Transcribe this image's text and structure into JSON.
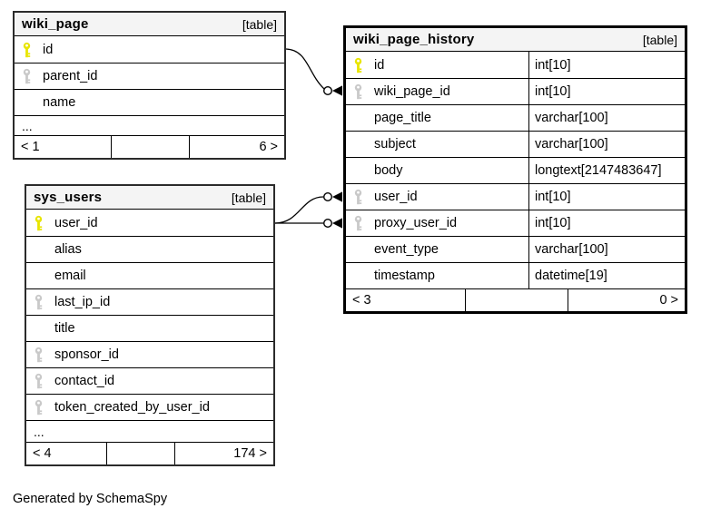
{
  "caption": "Generated by SchemaSpy",
  "colors": {
    "primary_key": "#e8e500",
    "foreign_key": "#c9c9c9",
    "header_bg": "#f4f4f4",
    "border": "#000000"
  },
  "tables": [
    {
      "name": "wiki_page",
      "badge": "[table]",
      "columns": [
        {
          "name": "id",
          "key": "primary",
          "type": ""
        },
        {
          "name": "parent_id",
          "key": "foreign",
          "type": ""
        },
        {
          "name": "name",
          "key": "none",
          "type": ""
        }
      ],
      "truncated": "...",
      "footer": {
        "left": "< 1",
        "mid": "",
        "right": "6 >"
      }
    },
    {
      "name": "wiki_page_history",
      "badge": "[table]",
      "columns": [
        {
          "name": "id",
          "key": "primary",
          "type": "int[10]"
        },
        {
          "name": "wiki_page_id",
          "key": "foreign",
          "type": "int[10]"
        },
        {
          "name": "page_title",
          "key": "none",
          "type": "varchar[100]"
        },
        {
          "name": "subject",
          "key": "none",
          "type": "varchar[100]"
        },
        {
          "name": "body",
          "key": "none",
          "type": "longtext[2147483647]"
        },
        {
          "name": "user_id",
          "key": "foreign",
          "type": "int[10]"
        },
        {
          "name": "proxy_user_id",
          "key": "foreign",
          "type": "int[10]"
        },
        {
          "name": "event_type",
          "key": "none",
          "type": "varchar[100]"
        },
        {
          "name": "timestamp",
          "key": "none",
          "type": "datetime[19]"
        }
      ],
      "footer": {
        "left": "< 3",
        "mid": "",
        "right": "0 >"
      }
    },
    {
      "name": "sys_users",
      "badge": "[table]",
      "columns": [
        {
          "name": "user_id",
          "key": "primary",
          "type": ""
        },
        {
          "name": "alias",
          "key": "none",
          "type": ""
        },
        {
          "name": "email",
          "key": "none",
          "type": ""
        },
        {
          "name": "last_ip_id",
          "key": "foreign",
          "type": ""
        },
        {
          "name": "title",
          "key": "none",
          "type": ""
        },
        {
          "name": "sponsor_id",
          "key": "foreign",
          "type": ""
        },
        {
          "name": "contact_id",
          "key": "foreign",
          "type": ""
        },
        {
          "name": "token_created_by_user_id",
          "key": "foreign",
          "type": ""
        }
      ],
      "truncated": "...",
      "footer": {
        "left": "< 4",
        "mid": "",
        "right": "174 >"
      }
    }
  ],
  "relationships": [
    {
      "from": "wiki_page.id",
      "to": "wiki_page_history.wiki_page_id"
    },
    {
      "from": "sys_users.user_id",
      "to": "wiki_page_history.user_id"
    },
    {
      "from": "sys_users.user_id",
      "to": "wiki_page_history.proxy_user_id"
    }
  ]
}
